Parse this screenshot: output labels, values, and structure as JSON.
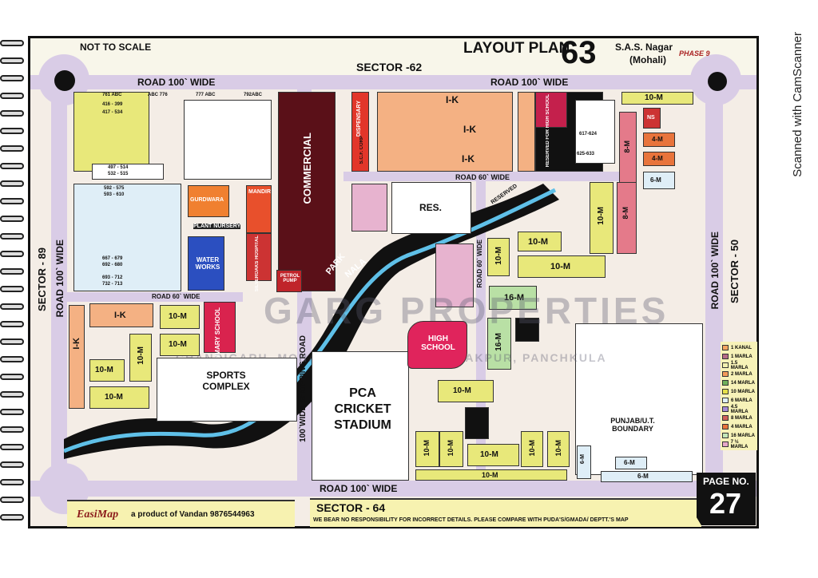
{
  "header": {
    "not_to_scale": "NOT TO SCALE",
    "title": "LAYOUT PLAN",
    "number": "63",
    "city": "S.A.S. Nagar",
    "city2": "(Mohali)",
    "phase": "PHASE 9"
  },
  "sectors": {
    "north": "SECTOR -62",
    "west": "SECTOR - 89",
    "east": "SECTOR - 50",
    "south": "SECTOR - 64"
  },
  "roads": {
    "r100": "ROAD 100` WIDE",
    "r60": "ROAD 60` WIDE",
    "shopping": "100`WIDE SHOPPING ROAD",
    "r60v": "ROAD 60` WIDE"
  },
  "places": {
    "commercial": "COMMERCIAL",
    "dispensary": "DISPENSARY",
    "scf": "S.C.F. CORP",
    "reserved_hs": "RESERVED FOR HIGH SCHOOL",
    "reserved": "RESERVED",
    "res": "RES.",
    "gurdwara": "GURDWARA",
    "mandir": "MANDIR",
    "nursery": "PLANT NURSERY",
    "hospital": "SILVEROAKS HOSPITAL",
    "water": "WATER WORKS",
    "petrol": "PETROL PUMP",
    "park": "PARK",
    "nala": "NALA",
    "primary": "PRIMARY SCHOOL",
    "sports": "SPORTS COMPLEX",
    "high": "HIGH SCHOOL",
    "pca": "PCA CRICKET STADIUM",
    "boundary": "PUNJAB/U.T. BOUNDARY",
    "ns": "NS"
  },
  "plots": {
    "ik": "I-K",
    "m10": "10-M",
    "m16": "16-M",
    "m8": "8-M",
    "m6": "6-M",
    "m4": "4-M",
    "abc761": "761 ABC",
    "abc776": "ABC 776",
    "abc777": "777 ABC",
    "abc792": "792ABC",
    "p416": "416 - 399",
    "p417": "417 - 534",
    "p497": "497 - 514",
    "p532": "532 - 515",
    "p592": "592 - 575",
    "p593": "593 - 610",
    "p667": "667 - 679",
    "p692": "692 - 680",
    "p693": "693 - 712",
    "p732": "732 - 713",
    "p617": "617-624",
    "p625": "625-633"
  },
  "legend": [
    {
      "label": "1 KANAL",
      "color": "#f4a460"
    },
    {
      "label": "1 MARLA",
      "color": "#b56b87"
    },
    {
      "label": "1.5 MARLA",
      "color": "#f3f0b0"
    },
    {
      "label": "2 MARLA",
      "color": "#f39a5a"
    },
    {
      "label": "14 MARLA",
      "color": "#6fb05a"
    },
    {
      "label": "10 MARLA",
      "color": "#e6e04a"
    },
    {
      "label": "6 MARLA",
      "color": "#dff0f7"
    },
    {
      "label": "4.5 MARLA",
      "color": "#a58ad6"
    },
    {
      "label": "8 MARLA",
      "color": "#d0605a"
    },
    {
      "label": "4 MARLA",
      "color": "#e8743c"
    },
    {
      "label": "16 MARLA",
      "color": "#c4e8b8"
    },
    {
      "label": "7 ½ MARLA",
      "color": "#e6a8c8"
    }
  ],
  "footer": {
    "brand": "EasiMap",
    "product": "a product of Vandan 9876544963",
    "disclaimer": "WE BEAR NO RESPONSIBILITY FOR INCORRECT DETAILS. PLEASE COMPARE WITH PUDA'S/GMADA/ DEPTT.'S MAP",
    "page_label": "PAGE NO.",
    "page": "27"
  },
  "watermark": {
    "name": "GARG PROPERTIES",
    "cities": "CHANDIGARH, MOHALI, CHANDIGARH, ZIRAKPUR, PANCHKULA"
  },
  "scanner": "Scanned with CamScanner"
}
